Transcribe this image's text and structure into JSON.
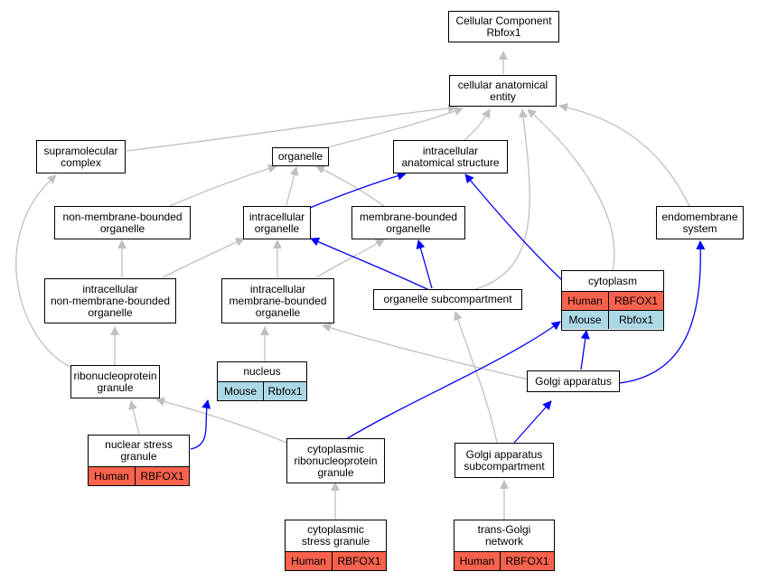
{
  "nodes": {
    "root": "Cellular Component\nRbfox1",
    "cellular_anatomical_entity": "cellular anatomical\nentity",
    "supramolecular_complex": "supramolecular\ncomplex",
    "organelle": "organelle",
    "intracellular_anatomical_structure": "intracellular\nanatomical structure",
    "non_membrane_bounded_organelle": "non-membrane-bounded\norganelle",
    "intracellular_organelle": "intracellular\norganelle",
    "membrane_bounded_organelle": "membrane-bounded\norganelle",
    "endomembrane_system": "endomembrane\nsystem",
    "intracellular_non_membrane_bounded_organelle": "intracellular\nnon-membrane-bounded\norganelle",
    "intracellular_membrane_bounded_organelle": "intracellular\nmembrane-bounded\norganelle",
    "organelle_subcompartment": "organelle subcompartment",
    "cytoplasm": "cytoplasm",
    "ribonucleoprotein_granule": "ribonucleoprotein\ngranule",
    "nucleus": "nucleus",
    "golgi_apparatus": "Golgi apparatus",
    "nuclear_stress_granule": "nuclear stress\ngranule",
    "cytoplasmic_ribonucleoprotein_granule": "cytoplasmic\nribonucleoprotein\ngranule",
    "golgi_apparatus_subcompartment": "Golgi apparatus\nsubcompartment",
    "cytoplasmic_stress_granule": "cytoplasmic\nstress granule",
    "trans_golgi_network": "trans-Golgi\nnetwork"
  },
  "annotations": {
    "cytoplasm": [
      {
        "species": "Human",
        "gene": "RBFOX1"
      },
      {
        "species": "Mouse",
        "gene": "Rbfox1"
      }
    ],
    "nucleus": [
      {
        "species": "Mouse",
        "gene": "Rbfox1"
      }
    ],
    "nuclear_stress_granule": [
      {
        "species": "Human",
        "gene": "RBFOX1"
      }
    ],
    "cytoplasmic_stress_granule": [
      {
        "species": "Human",
        "gene": "RBFOX1"
      }
    ],
    "trans_golgi_network": [
      {
        "species": "Human",
        "gene": "RBFOX1"
      }
    ]
  },
  "colors": {
    "gray_edge": "#c0c0c0",
    "blue_edge": "#0000ff",
    "human": "#f9624d",
    "mouse": "#add8e6",
    "node_border": "#000000"
  }
}
